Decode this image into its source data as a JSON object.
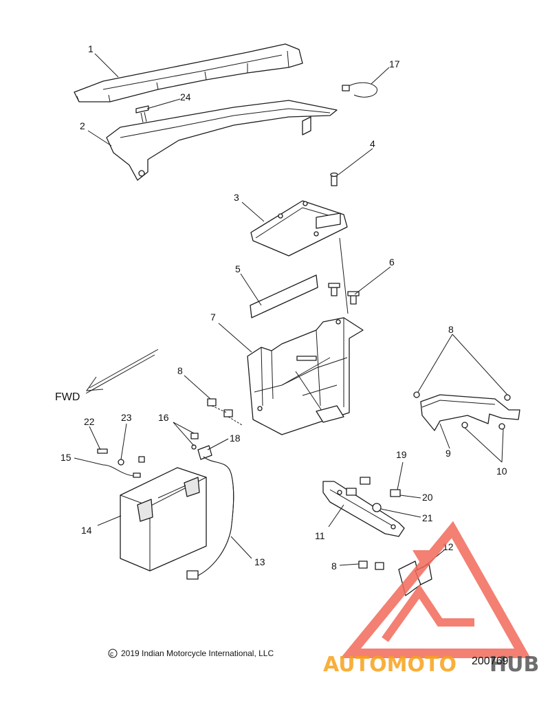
{
  "callouts": {
    "c1": "1",
    "c2": "2",
    "c3": "3",
    "c4": "4",
    "c5": "5",
    "c6": "6",
    "c7": "7",
    "c8a": "8",
    "c8b": "8",
    "c8c": "8",
    "c9": "9",
    "c10": "10",
    "c11": "11",
    "c12": "12",
    "c13": "13",
    "c14": "14",
    "c15": "15",
    "c16": "16",
    "c17": "17",
    "c18": "18",
    "c19": "19",
    "c20": "20",
    "c21": "21",
    "c22": "22",
    "c23": "23",
    "c24": "24"
  },
  "direction_label": "FWD",
  "copyright": "2019 Indian Motorcycle International, LLC",
  "copyright_symbol": "c",
  "diagram_ref": "200769",
  "watermark": {
    "part1": "AUTOMOTO",
    "part2": "HUB",
    "color_primary": "#f26a5a",
    "color_secondary": "#f7a21b",
    "color_tertiary": "#555555"
  }
}
